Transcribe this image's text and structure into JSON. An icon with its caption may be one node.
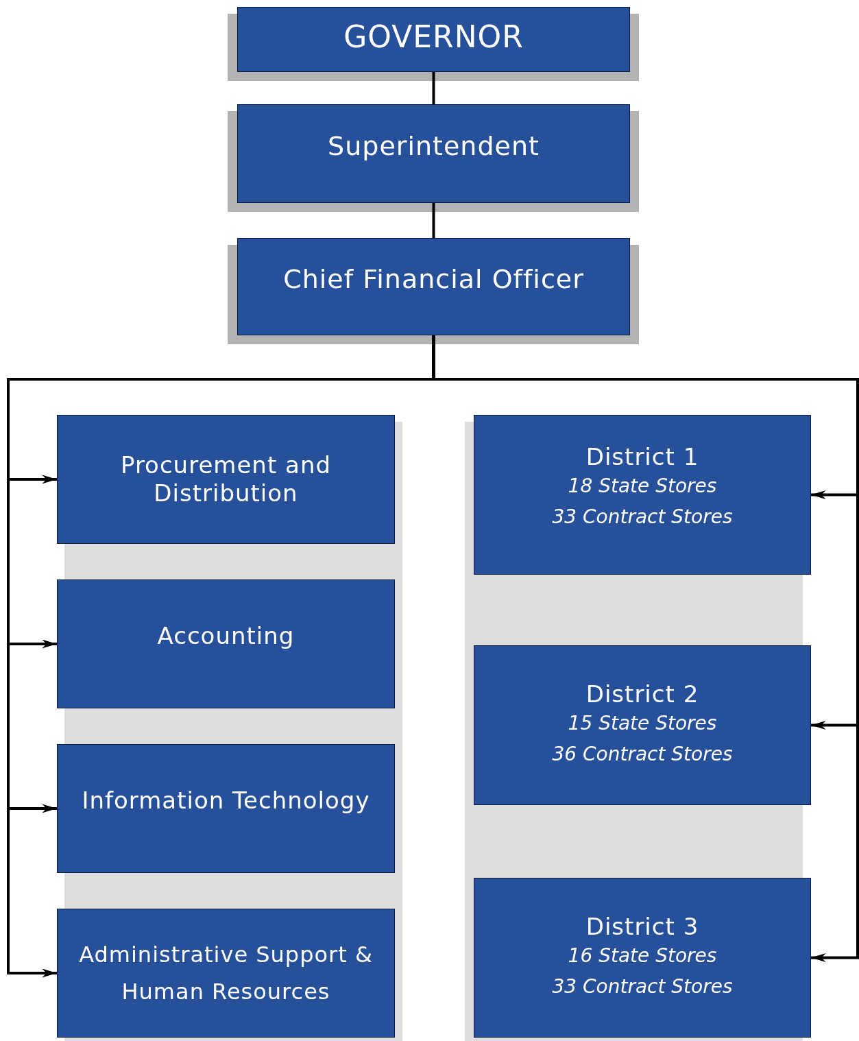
{
  "diagram": {
    "nodes": [
      {
        "text": [
          "GOVERNOR"
        ]
      },
      {
        "text": [
          "Superintendent"
        ]
      },
      {
        "text": [
          "Chief Financial Officer"
        ]
      },
      {
        "text": [
          "Procurement and Distribution"
        ]
      },
      {
        "text": [
          "Accounting"
        ]
      },
      {
        "text": [
          "Information Technology"
        ]
      },
      {
        "text": [
          "Administrative Support & Human Resources"
        ]
      },
      {
        "text": [
          "District 1",
          "18 State Stores",
          "33 Contract Stores"
        ]
      },
      {
        "text": [
          "District 2",
          "15 State Stores",
          "36 Contract Stores"
        ]
      },
      {
        "text": [
          "District 3",
          "16 State Stores",
          "33 Contract Stores"
        ]
      }
    ],
    "edges": [
      {
        "from": 0,
        "to": 1,
        "arrow": "none"
      },
      {
        "from": 1,
        "to": 2,
        "arrow": "none"
      },
      {
        "from": 2,
        "to": 3,
        "arrow": "to"
      },
      {
        "from": 2,
        "to": 4,
        "arrow": "to"
      },
      {
        "from": 2,
        "to": 5,
        "arrow": "to"
      },
      {
        "from": 2,
        "to": 6,
        "arrow": "to"
      },
      {
        "from": 2,
        "to": 7,
        "arrow": "to"
      },
      {
        "from": 2,
        "to": 8,
        "arrow": "to"
      },
      {
        "from": 2,
        "to": 9,
        "arrow": "to"
      }
    ]
  }
}
